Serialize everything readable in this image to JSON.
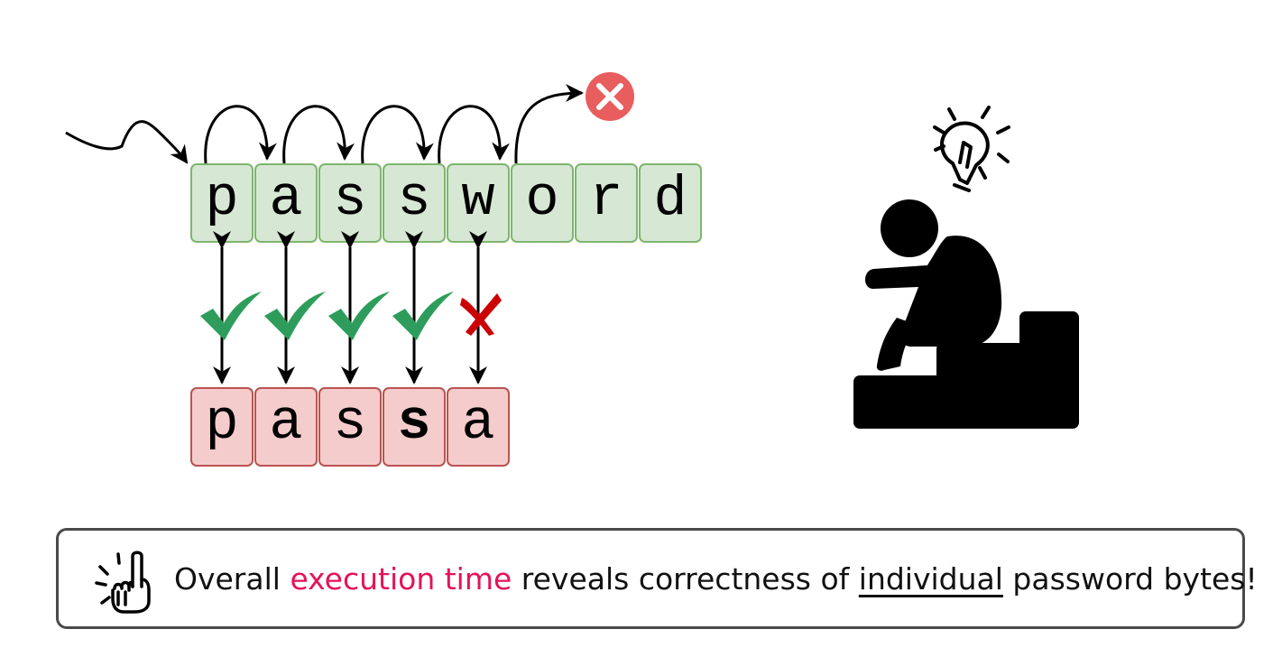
{
  "diagram": {
    "stored_password": [
      "p",
      "a",
      "s",
      "s",
      "w",
      "o",
      "r",
      "d"
    ],
    "guess": [
      "p",
      "a",
      "s",
      "s",
      "a"
    ],
    "guess_bold_indices": [
      3
    ],
    "comparisons": [
      "match",
      "match",
      "match",
      "match",
      "mismatch"
    ],
    "colors": {
      "stored_fill": "#d6e8d3",
      "stored_border": "#7fb56e",
      "guess_fill": "#f5cccc",
      "guess_border": "#b85450",
      "match_check": "#2e9d5c",
      "mismatch_cross": "#cc0000",
      "abort_badge": "#e85d5d",
      "highlight_text": "#e4135b"
    },
    "icons": {
      "abort": "close-circle-icon",
      "person": "thinking-person-on-stairs-icon",
      "idea": "lightbulb-icon",
      "note": "pointing-hand-icon"
    }
  },
  "note": {
    "before": "Overall ",
    "highlight": "execution time",
    "middle": " reveals correctness of ",
    "underlined": "individual",
    "after": " password bytes!"
  }
}
